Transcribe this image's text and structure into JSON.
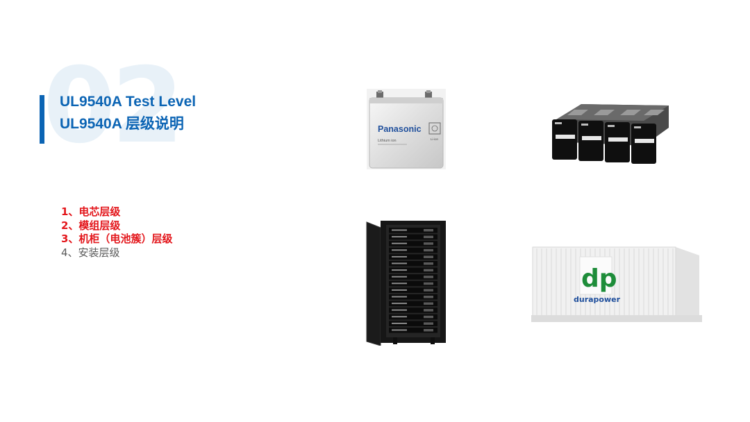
{
  "slide": {
    "section_number": "02",
    "title_en": "UL9540A Test Level",
    "title_cn": "UL9540A 层级说明",
    "levels": [
      {
        "text": "1、电芯层级",
        "highlight": true
      },
      {
        "text": "2、模组层级",
        "highlight": true
      },
      {
        "text": "3、机柜（电池簇）层级",
        "highlight": true
      },
      {
        "text": "4、安装层级",
        "highlight": false
      }
    ],
    "cell_photo": {
      "brand": "Panasonic",
      "subtitle": "Lithium ion",
      "badge": "Li-ion"
    },
    "module_photo": {},
    "cabinet_photo": {},
    "container_photo": {
      "brand": "durapower",
      "logo_letters": "dp"
    }
  },
  "colors": {
    "accent": "#0b64b4",
    "highlight": "#e3161b",
    "normal": "#595959",
    "watermark": "#e8f1f8"
  }
}
